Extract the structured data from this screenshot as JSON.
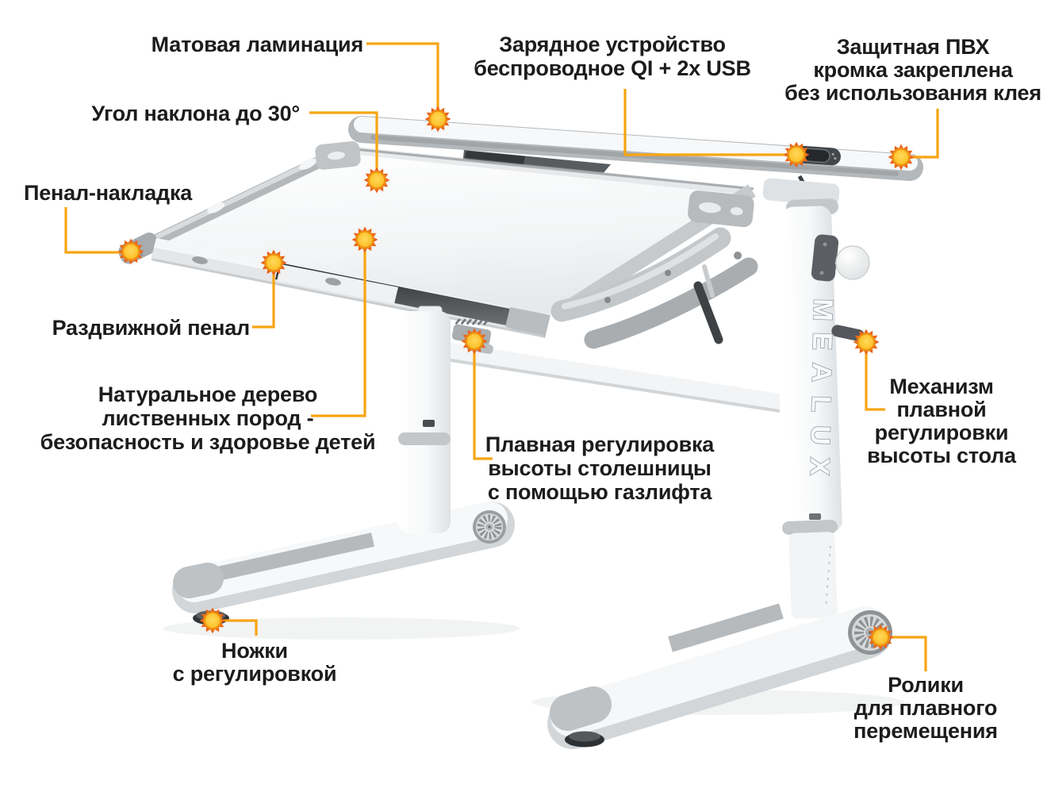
{
  "diagram": {
    "brand_vertical_text": "MEALUX",
    "marker_icon": "sun-marker-icon",
    "colors": {
      "accent_line": "#F7A513",
      "marker_fill": "#FDC32D",
      "marker_rays": "#E8641C",
      "label_text": "#1C1C1C"
    },
    "callouts": [
      {
        "id": "matte-lamination",
        "lines": [
          "Матовая ламинация"
        ]
      },
      {
        "id": "wireless-charger",
        "lines": [
          "Зарядное устройство",
          "беспроводное QI + 2x USB"
        ]
      },
      {
        "id": "pvc-edge",
        "lines": [
          "Защитная ПВХ",
          "кромка закреплена",
          "без использования клея"
        ]
      },
      {
        "id": "tilt-angle",
        "lines": [
          "Угол наклона до 30°"
        ]
      },
      {
        "id": "pencil-overlay",
        "lines": [
          "Пенал-накладка"
        ]
      },
      {
        "id": "sliding-pencil-case",
        "lines": [
          "Раздвижной пенал"
        ]
      },
      {
        "id": "natural-wood",
        "lines": [
          "Натуральное дерево",
          "лиственных пород -",
          "безопасность и здоровье детей"
        ]
      },
      {
        "id": "gas-lift",
        "lines": [
          "Плавная регулировка",
          "высоты столешницы",
          "с помощью газлифта"
        ]
      },
      {
        "id": "height-mechanism",
        "lines": [
          "Механизм",
          "плавной",
          "регулировки",
          "высоты стола"
        ]
      },
      {
        "id": "adjustable-feet",
        "lines": [
          "Ножки",
          "с регулировкой"
        ]
      },
      {
        "id": "rollers",
        "lines": [
          "Ролики",
          "для плавного",
          "перемещения"
        ]
      }
    ]
  }
}
